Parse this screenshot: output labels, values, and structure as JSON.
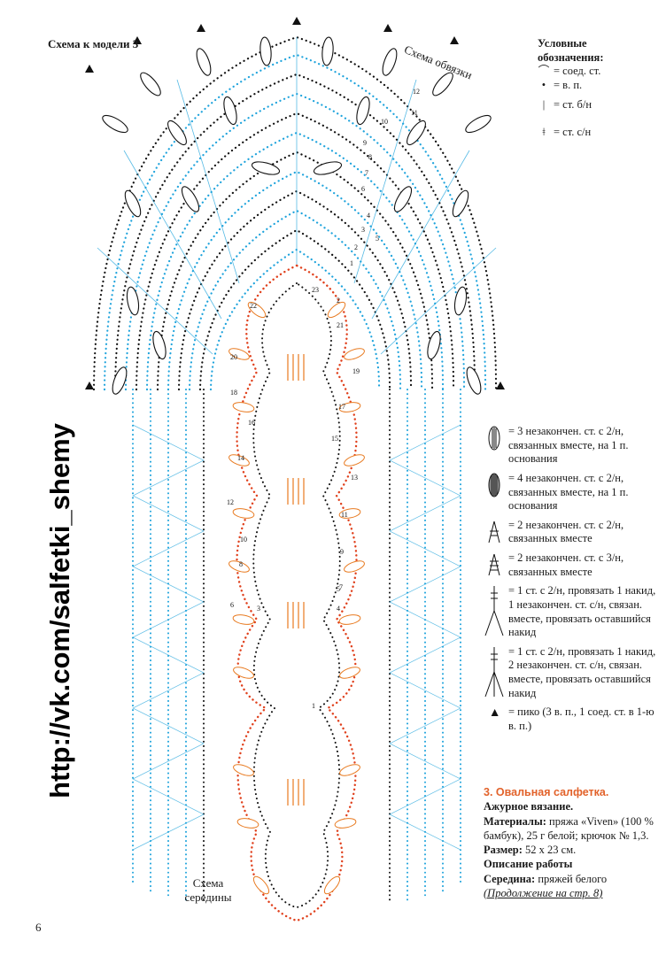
{
  "title": "Схема к модели 3",
  "edging_label": "Схема обвязки",
  "middle_label_line1": "Схема",
  "middle_label_line2": "середины",
  "page_number": "6",
  "watermark": "http://vk.com/salfetki_shemy",
  "legend_top": {
    "header_line1": "Условные",
    "header_line2": "обозначения:",
    "items": [
      {
        "symbol": "⌒",
        "text": "= соед. ст."
      },
      {
        "symbol": "•",
        "text": "= в. п."
      },
      {
        "symbol": "|",
        "text": "= ст. б/н"
      },
      {
        "symbol": "ǂ",
        "text": "= ст. с/н"
      }
    ]
  },
  "legend_main": [
    {
      "icon": "cluster-3-icon",
      "text": "= 3 незакончен. ст. с 2/н, связанных вместе, на 1 п. основания"
    },
    {
      "icon": "cluster-4-icon",
      "text": "= 4 незакончен. ст. с 2/н, связанных вместе, на 1 п. основания"
    },
    {
      "icon": "decrease-2dc2-icon",
      "text": "= 2 незакончен. ст. с 2/н, связанных вместе"
    },
    {
      "icon": "decrease-2dc3-icon",
      "text": "= 2 незакончен. ст. с 3/н, связанных вместе"
    },
    {
      "icon": "stitch-combo-1-icon",
      "text": "= 1 ст. с 2/н, провязать 1 накид, 1 незакончен. ст. с/н, связан. вместе, провязать оставшийся накид"
    },
    {
      "icon": "stitch-combo-2-icon",
      "text": "= 1 ст. с 2/н, провязать 1 накид, 2 незакончен. ст. с/н, связан. вместе, провязать оставшийся накид"
    },
    {
      "icon": "picot-icon",
      "text": "= пико (3 в. п., 1 соед. ст. в 1-ю в. п.)"
    }
  ],
  "description": {
    "heading": "3. Овальная салфетка.",
    "subheading": "Ажурное вязание.",
    "materials_label": "Материалы:",
    "materials_text": " пряжа «Viven» (100 % бамбук), 25 г белой; крючок № 1,3.",
    "size_label": "Размер:",
    "size_text": " 52 х 23 см.",
    "work_label": "Описание работы",
    "center_label": "Середина:",
    "center_text": " пряжей белого",
    "continuation": "(Продолжение на стр. 8)"
  },
  "row_numbers_edge": [
    "1",
    "2",
    "3",
    "4",
    "5",
    "6",
    "7",
    "8",
    "9",
    "10",
    "11",
    "12"
  ],
  "row_numbers_center": [
    "1",
    "2",
    "3",
    "4",
    "5",
    "6",
    "7",
    "8",
    "9",
    "10",
    "11",
    "12",
    "13",
    "14",
    "15",
    "16",
    "17",
    "18",
    "19",
    "20",
    "21",
    "22",
    "23"
  ],
  "colors": {
    "blue": "#1ea3dc",
    "black": "#111111",
    "orange": "#f08a2a",
    "red": "#e0401c",
    "heading_orange": "#e2622a"
  }
}
